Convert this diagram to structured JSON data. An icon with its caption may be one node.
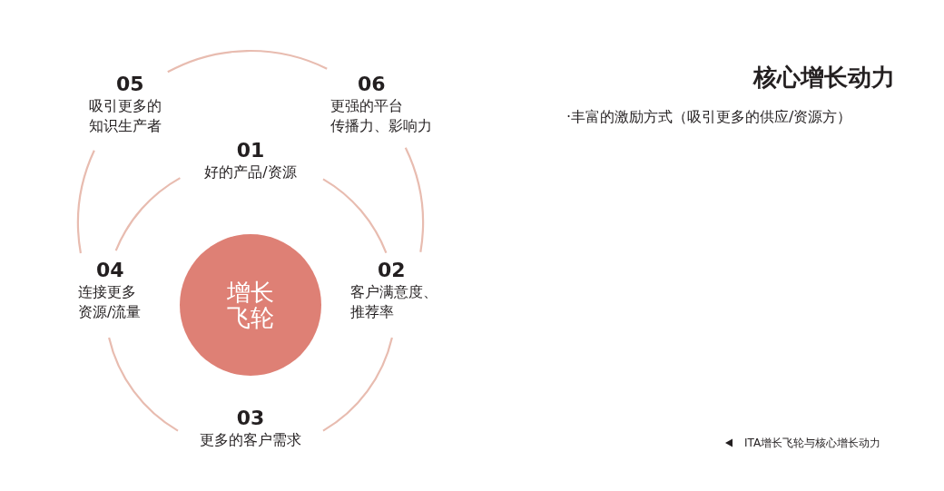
{
  "diagram": {
    "title": "核心增长动力",
    "caption": "ITA增长飞轮与核心增长动力",
    "nodes": [
      {
        "text": [
          "增长飞轮"
        ]
      },
      {
        "text": [
          "01",
          "好的产品/资源"
        ]
      },
      {
        "text": [
          "02",
          "客户满意度、推荐率"
        ]
      },
      {
        "text": [
          "03",
          "更多的客户需求"
        ]
      },
      {
        "text": [
          "04",
          "连接更多资源/流量"
        ]
      },
      {
        "text": [
          "05",
          "吸引更多的知识生产者"
        ]
      },
      {
        "text": [
          "06",
          "更强的平台传播力、影响力"
        ]
      }
    ],
    "edges": [
      {
        "from": 1,
        "to": 2,
        "arrow": "none"
      },
      {
        "from": 2,
        "to": 3,
        "arrow": "none"
      },
      {
        "from": 3,
        "to": 4,
        "arrow": "none"
      },
      {
        "from": 4,
        "to": 1,
        "arrow": "none"
      },
      {
        "from": 5,
        "to": 6,
        "arrow": "none"
      },
      {
        "from": 6,
        "to": 2,
        "arrow": "none"
      },
      {
        "from": 4,
        "to": 5,
        "arrow": "none"
      }
    ],
    "labels": [
      "·丰富的激励方式（吸引更多的供应/资源方）"
    ]
  }
}
